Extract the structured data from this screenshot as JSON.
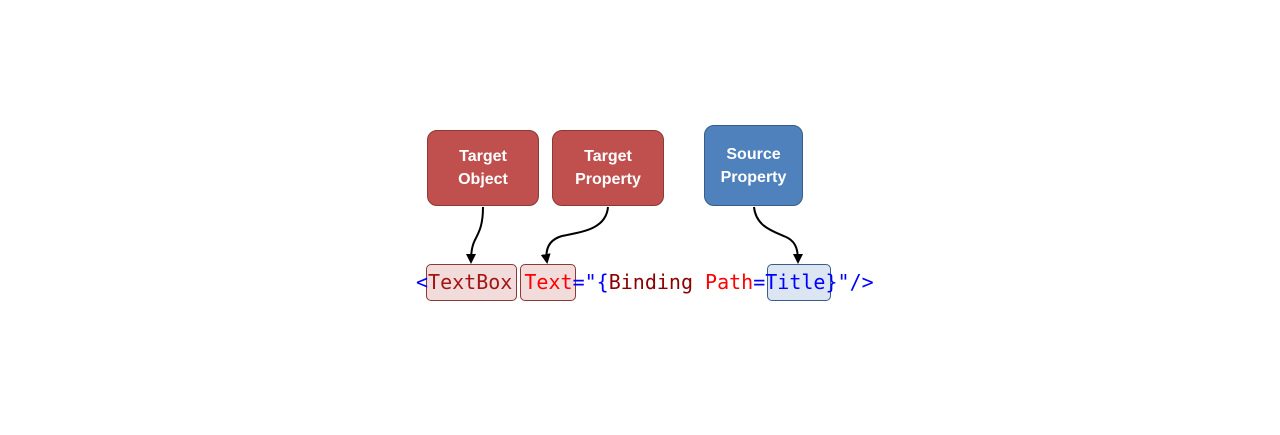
{
  "boxes": {
    "target_object": {
      "line1": "Target",
      "line2": "Object"
    },
    "target_property": {
      "line1": "Target",
      "line2": "Property"
    },
    "source_property": {
      "line1": "Source",
      "line2": "Property"
    }
  },
  "code": {
    "open_bracket": "<",
    "element": "TextBox",
    "space1": " ",
    "attribute": "Text",
    "equals": "=",
    "quote_open": "\"",
    "brace_open": "{",
    "markup_ext": "Binding",
    "space2": " ",
    "path_key": "Path",
    "path_eq": "=",
    "path_value": "Title",
    "brace_close": "}",
    "quote_close": "\"",
    "self_close": "/>"
  },
  "colors": {
    "target_box": "#c0504d",
    "source_box": "#4f81bd",
    "target_highlight": "#f2dcdb",
    "source_highlight": "#dce6f2"
  }
}
